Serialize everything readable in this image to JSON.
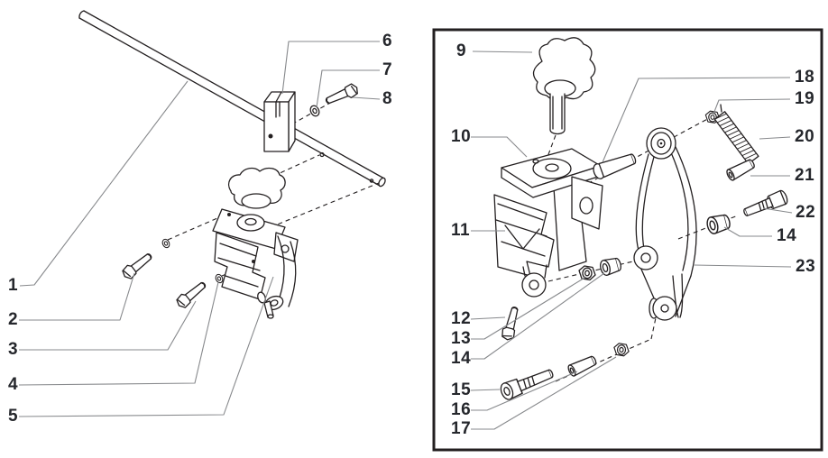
{
  "diagram": {
    "type": "exploded-parts-diagram",
    "colors": {
      "outline": "#231f20",
      "leader": "#87898c",
      "label_text": "#25272c",
      "panel_border": "#231f20",
      "background": "#ffffff"
    },
    "left_view": {
      "callouts": {
        "c1": "1",
        "c2": "2",
        "c3": "3",
        "c4": "4",
        "c5": "5",
        "c6": "6",
        "c7": "7",
        "c8": "8"
      }
    },
    "right_view": {
      "callouts": {
        "c9": "9",
        "c10": "10",
        "c11": "11",
        "c12": "12",
        "c13": "13",
        "c14_left": "14",
        "c15": "15",
        "c16": "16",
        "c17": "17",
        "c18": "18",
        "c19": "19",
        "c20": "20",
        "c21": "21",
        "c22": "22",
        "c14_right": "14",
        "c23": "23"
      }
    }
  }
}
